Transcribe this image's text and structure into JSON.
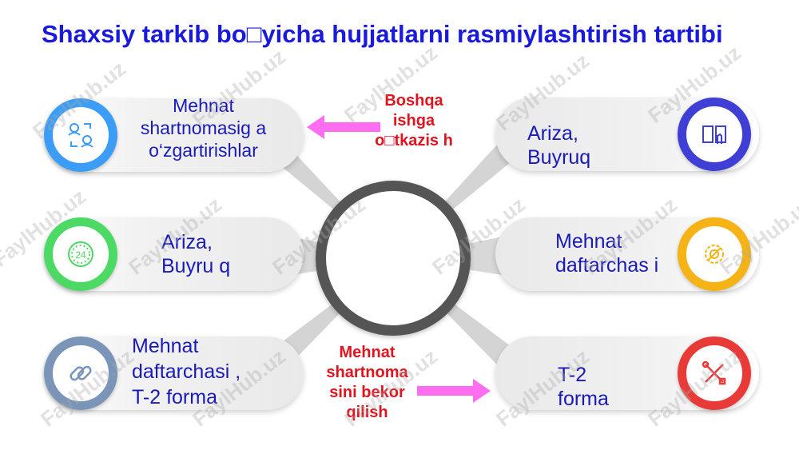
{
  "title": "Shaxsiy tarkib bo□yicha hujjatlarni rasmiylashtirish tartibi",
  "items": {
    "left_top": "Mehnat shartnomasig a o‘zgartirishlar",
    "left_mid": "Ariza, Buyru q",
    "left_bot": "Mehnat daftarchasi , T-2 forma",
    "right_top": "Ariza, Buyruq",
    "right_mid": "Mehnat daftarchas i",
    "right_bot": "T-2 forma"
  },
  "callouts": {
    "transfer": "Boshqa ishga o□tkazis h",
    "terminate": "Mehnat shartnoma sini bekor qilish"
  },
  "icons": {
    "left_top": "people-exchange-icon",
    "left_mid": "clock-24-icon",
    "left_bot": "chain-link-icon",
    "right_top": "book-hand-icon",
    "right_mid": "gear-wrench-icon",
    "right_bot": "tools-cross-icon"
  },
  "colors": {
    "title": "#1a1adc",
    "label": "#1a1ab8",
    "callout": "#e0141e",
    "arrow": "#ff6ef0",
    "hub": "#555555",
    "ring_left_top": "#3b9df5",
    "ring_left_mid": "#4cd964",
    "ring_left_bot": "#7a95b8",
    "ring_right_top": "#3f3fd6",
    "ring_right_mid": "#f5b316",
    "ring_right_bot": "#e83a36"
  },
  "watermark": "FaylHub.uz"
}
